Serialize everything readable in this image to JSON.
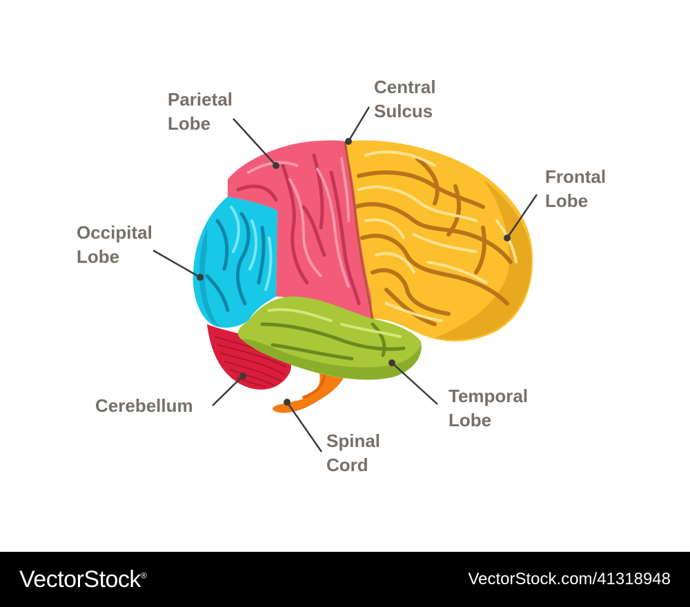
{
  "labels": {
    "parietal": [
      "Parietal",
      "Lobe"
    ],
    "central_sulcus": [
      "Central",
      "Sulcus"
    ],
    "frontal": [
      "Frontal",
      "Lobe"
    ],
    "occipital": [
      "Occipital",
      "Lobe"
    ],
    "cerebellum": "Cerebellum",
    "temporal": [
      "Temporal",
      "Lobe"
    ],
    "spinal_cord": [
      "Spinal",
      "Cord"
    ]
  },
  "colors": {
    "label_text": "#77706a",
    "leader_line": "#3a3a3a",
    "parietal": "#f25c78",
    "frontal": "#fcc02e",
    "occipital": "#18c8e6",
    "temporal": "#a8c83a",
    "cerebellum": "#d81e3c",
    "spinal_cord": "#f57c12",
    "footer_bg": "#000000",
    "footer_text": "#ffffff"
  },
  "footer": {
    "brand_prefix": "Vector",
    "brand_suffix": "Stock",
    "brand_mark": "®",
    "asset_id": "VectorStock.com/41318948"
  }
}
